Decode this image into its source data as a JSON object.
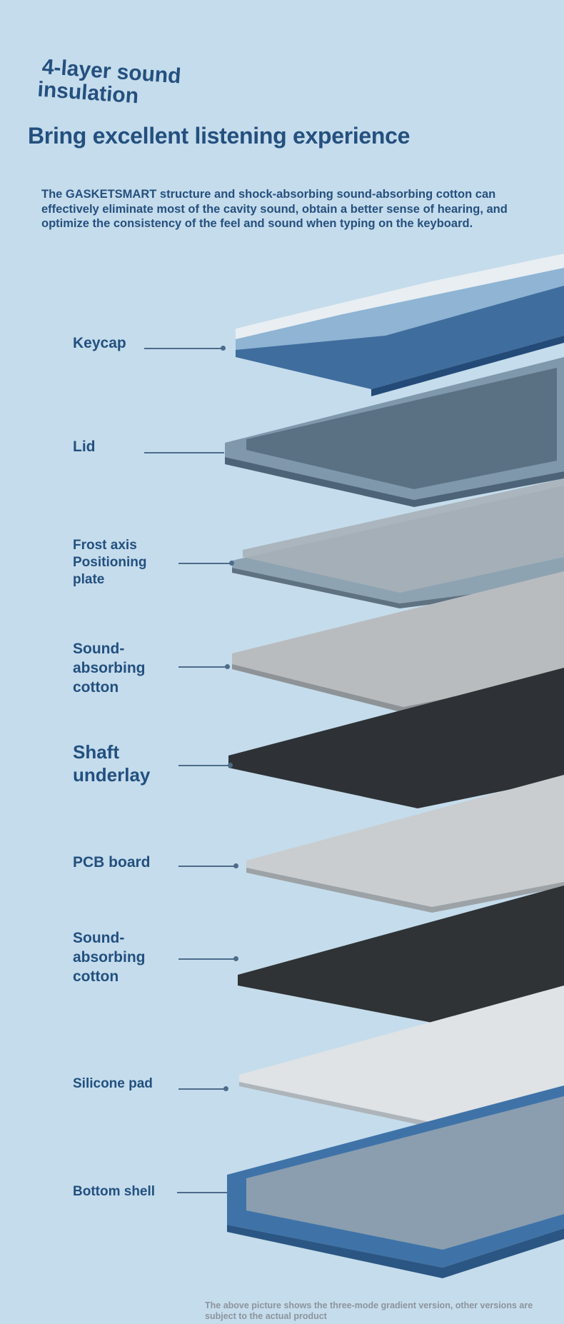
{
  "header": {
    "title_line1": "4-layer sound",
    "title_line2": "insulation",
    "subtitle": "Bring excellent listening experience",
    "description": "The GASKETSMART structure and shock-absorbing sound-absorbing cotton can effectively eliminate most of the cavity sound, obtain a better sense of hearing, and optimize the consistency of the feel and sound when typing on the keyboard."
  },
  "layers": [
    {
      "label": "Keycap"
    },
    {
      "label": "Lid"
    },
    {
      "label": "Frost axis Positioning plate"
    },
    {
      "label": "Sound-absorbing cotton"
    },
    {
      "label": "Shaft underlay"
    },
    {
      "label": "PCB board"
    },
    {
      "label": "Sound-absorbing cotton"
    },
    {
      "label": "Silicone pad"
    },
    {
      "label": "Bottom shell"
    }
  ],
  "footnote": "The above picture shows the three-mode gradient version, other versions are subject to the actual product",
  "colors": {
    "background": "#c5dcec",
    "text": "#24507f"
  }
}
